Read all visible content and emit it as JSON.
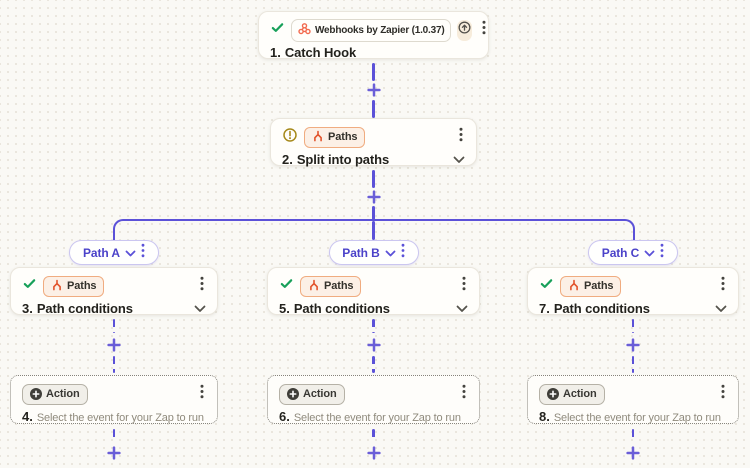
{
  "colors": {
    "canvas_bg": "#FAF9F5",
    "line_purple": "#5B51D8",
    "plus_purple": "#6A5ED8",
    "path_label_purple": "#4B42C9",
    "paths_badge_orange": "#E2532B",
    "success_green": "#18A05A",
    "warning_olive": "#A6891B",
    "webhook_coral": "#F2694E"
  },
  "icons": {
    "status_success": "check-icon",
    "status_warning": "alert-icon",
    "step_menu": "kebab-icon",
    "collapse": "chevron-down-icon",
    "add_step": "plus-icon",
    "app_logo": "webhook-icon",
    "paths_glyph": "split-icon",
    "action_glyph": "plus-circle-icon",
    "upgrade": "arrow-up-circle-icon"
  },
  "steps": {
    "catch_hook": {
      "app_badge": "Webhooks by Zapier (1.0.37)",
      "num": "1.",
      "title": "Catch Hook"
    },
    "split_paths": {
      "badge": "Paths",
      "num": "2.",
      "title": "Split into paths"
    }
  },
  "badges": {
    "paths": "Paths",
    "action": "Action"
  },
  "paths": [
    {
      "label": "Path A",
      "condition_num": "3.",
      "condition_title": "Path conditions",
      "action_num": "4.",
      "action_title": "Select the event for your Zap to run"
    },
    {
      "label": "Path B",
      "condition_num": "5.",
      "condition_title": "Path conditions",
      "action_num": "6.",
      "action_title": "Select the event for your Zap to run"
    },
    {
      "label": "Path C",
      "condition_num": "7.",
      "condition_title": "Path conditions",
      "action_num": "8.",
      "action_title": "Select the event for your Zap to run"
    }
  ]
}
